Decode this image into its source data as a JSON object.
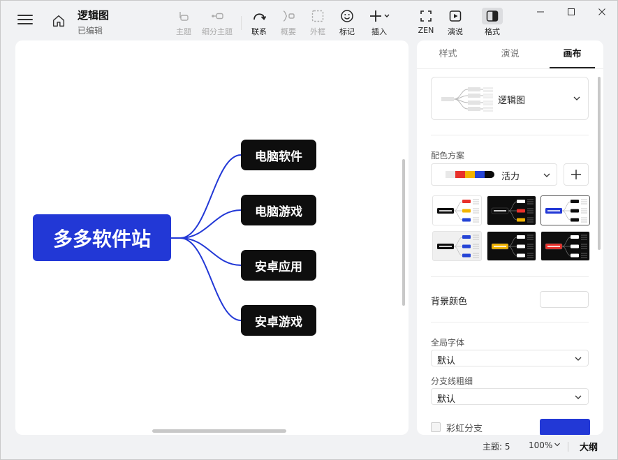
{
  "document": {
    "title": "逻辑图",
    "status": "已编辑"
  },
  "toolbar": {
    "topic": "主题",
    "subtopic": "细分主题",
    "relation": "联系",
    "summary": "概要",
    "boundary": "外框",
    "marker": "标记",
    "insert": "插入",
    "zen": "ZEN",
    "present": "演说",
    "format": "格式"
  },
  "mindmap": {
    "root": "多多软件站",
    "children": [
      "电脑软件",
      "电脑游戏",
      "安卓应用",
      "安卓游戏"
    ],
    "root_color": "#2238d6",
    "branch_color": "#2238d6",
    "child_color": "#0e0e0e"
  },
  "panel": {
    "tabs": [
      "样式",
      "演说",
      "画布"
    ],
    "active_tab": "画布",
    "structure": "逻辑图",
    "color_scheme_label": "配色方案",
    "color_scheme_name": "活力",
    "scheme_colors": [
      "#e8e8e8",
      "#e8302a",
      "#f2b400",
      "#2544d6",
      "#0b0b0b"
    ],
    "background_color_label": "背景颜色",
    "global_font_label": "全局字体",
    "global_font_value": "默认",
    "branch_width_label": "分支线粗细",
    "branch_width_value": "默认",
    "rainbow_branch_label": "彩虹分支",
    "theme_cards": [
      {
        "bg": "#ffffff",
        "center": "#0e0e0e",
        "accents": [
          "#e8302a",
          "#f2b400",
          "#2544d6"
        ]
      },
      {
        "bg": "#0e0e0e",
        "center": "#0e0e0e",
        "accents": [
          "#ffffff",
          "#e8302a",
          "#f2b400"
        ]
      },
      {
        "bg": "#ffffff",
        "center": "#2238d6",
        "accents": [
          "#0e0e0e",
          "#0e0e0e",
          "#0e0e0e"
        ]
      },
      {
        "bg": "#f0f0f0",
        "center": "#0e0e0e",
        "accents": [
          "#2544d6",
          "#2544d6",
          "#2544d6"
        ]
      },
      {
        "bg": "#0e0e0e",
        "center": "#f2b400",
        "accents": [
          "#ffffff",
          "#ffffff",
          "#ffffff"
        ]
      },
      {
        "bg": "#0e0e0e",
        "center": "#e8302a",
        "accents": [
          "#ffffff",
          "#ffffff",
          "#ffffff"
        ]
      }
    ]
  },
  "statusbar": {
    "topics": "主题: 5",
    "zoom": "100%",
    "outline": "大纲"
  }
}
